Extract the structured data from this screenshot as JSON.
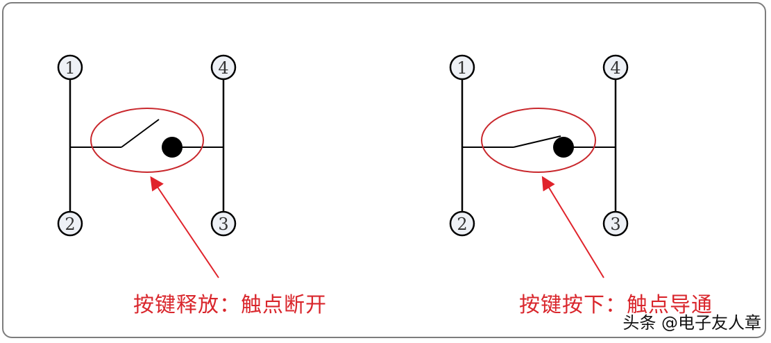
{
  "diagrams": [
    {
      "state": "released",
      "pins": [
        "1",
        "2",
        "3",
        "4"
      ],
      "caption": "按键释放：触点断开"
    },
    {
      "state": "pressed",
      "pins": [
        "1",
        "2",
        "3",
        "4"
      ],
      "caption": "按键按下：触点导通"
    }
  ],
  "watermark": "头条 @电子友人章",
  "colors": {
    "annotation": "#d9262c",
    "wire": "#000000",
    "pin_fill": "#eef1f6",
    "border": "#7d7d7d"
  }
}
